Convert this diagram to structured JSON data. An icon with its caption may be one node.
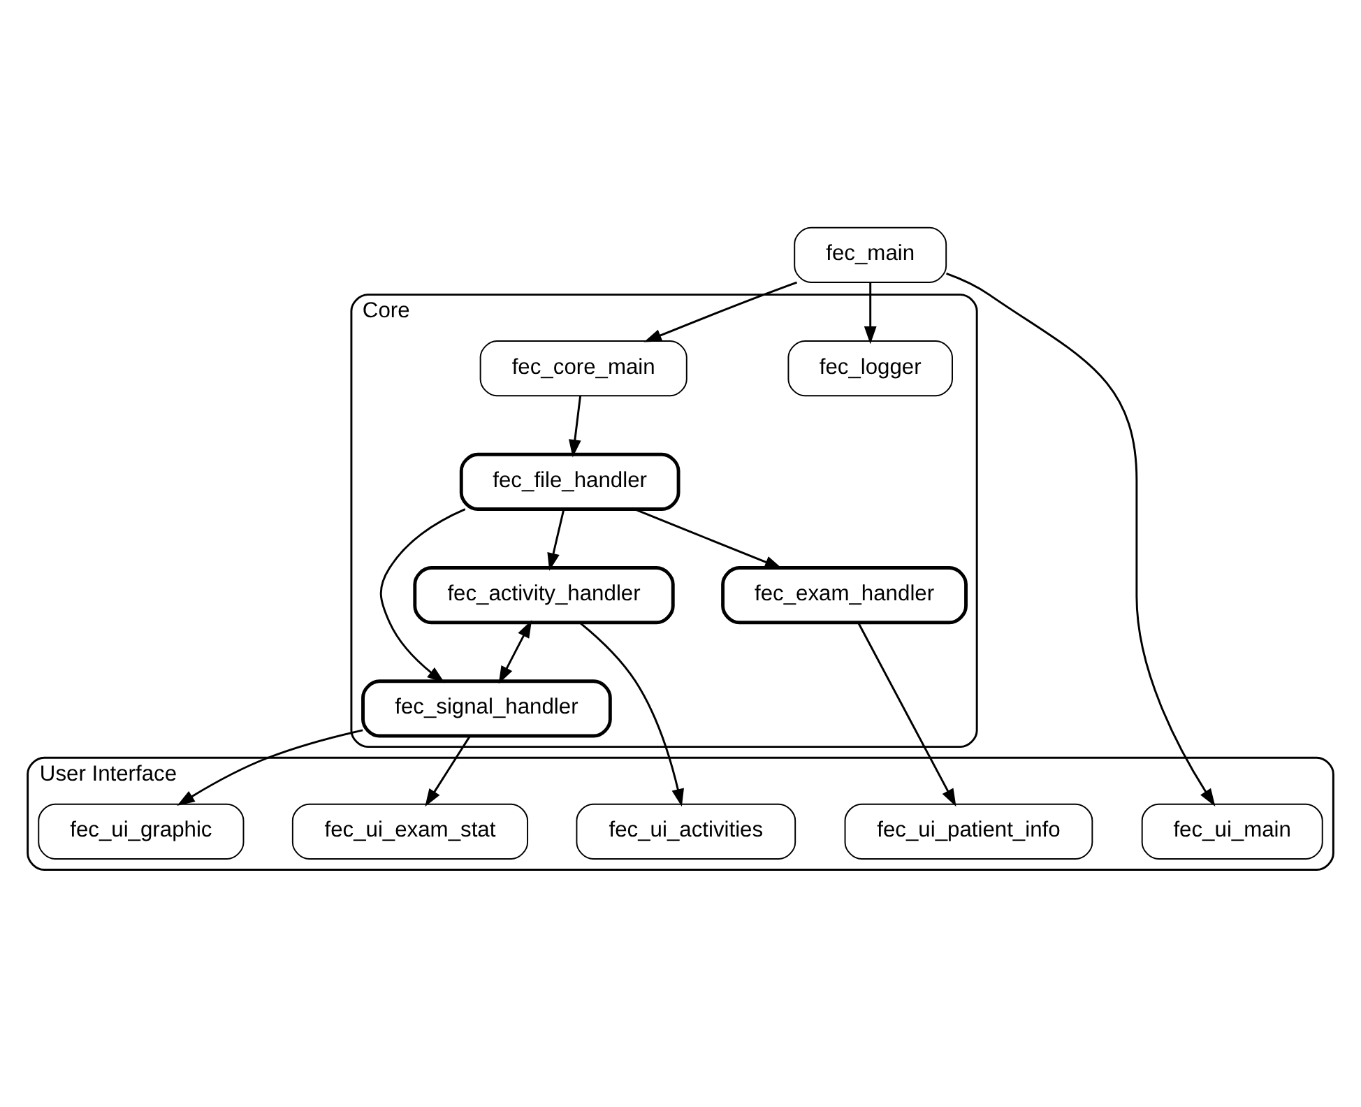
{
  "diagram": {
    "nodes": [
      {
        "text": [
          "fec_main"
        ]
      },
      {
        "text": [
          "Core"
        ]
      },
      {
        "text": [
          "User Interface"
        ]
      },
      {
        "text": [
          "fec_logger"
        ],
        "in": 1
      },
      {
        "text": [
          "fec_core_main"
        ],
        "in": 1
      },
      {
        "text": [
          "fec_activity_handler"
        ],
        "in": 1
      },
      {
        "text": [
          "fec_file_handler"
        ],
        "in": 1
      },
      {
        "text": [
          "fec_signal_handler"
        ],
        "in": 1
      },
      {
        "text": [
          "fec_exam_handler"
        ],
        "in": 1
      },
      {
        "text": [
          "fec_ui_main"
        ],
        "in": 2
      },
      {
        "text": [
          "fec_ui_activities"
        ],
        "in": 2
      },
      {
        "text": [
          "fec_ui_exam_stat"
        ],
        "in": 2
      },
      {
        "text": [
          "fec_ui_graphic"
        ],
        "in": 2
      },
      {
        "text": [
          "fec_ui_patient_info"
        ],
        "in": 2
      }
    ],
    "edges": [
      {
        "from": 0,
        "to": 3,
        "arrow": "to"
      },
      {
        "from": 0,
        "to": 4,
        "arrow": "to"
      },
      {
        "from": 0,
        "to": 9,
        "arrow": "to"
      },
      {
        "from": 4,
        "to": 6,
        "arrow": "to"
      },
      {
        "from": 6,
        "to": 5,
        "arrow": "to"
      },
      {
        "from": 6,
        "to": 7,
        "arrow": "to"
      },
      {
        "from": 5,
        "to": 7,
        "arrow": "both"
      },
      {
        "from": 5,
        "to": 10,
        "arrow": "to"
      },
      {
        "from": 7,
        "to": 11,
        "arrow": "to"
      },
      {
        "from": 7,
        "to": 12,
        "arrow": "to"
      },
      {
        "from": 6,
        "to": 8,
        "arrow": "to"
      },
      {
        "from": 8,
        "to": 13,
        "arrow": "to"
      }
    ]
  }
}
